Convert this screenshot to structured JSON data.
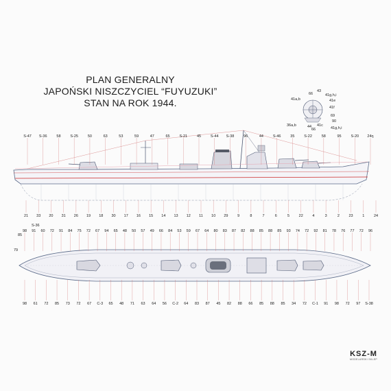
{
  "title": {
    "line1": "PLAN GENERALNY",
    "line2": "JAPOŃSKI NISZCZYCIEL “FUYUZUKI”",
    "line3": "STAN NA ROK 1944."
  },
  "logo": {
    "main": "KSZ-M",
    "sub": "MODELARSKI SKLEP"
  },
  "colors": {
    "hull_line": "#5a6a88",
    "waterline": "#cc2a2a",
    "leader": "#d06a6a",
    "deck": "#e9e9ee"
  },
  "profile_top_labels": [
    "S-47",
    "S-36",
    "58",
    "S-25",
    "50",
    "63",
    "53",
    "59",
    "47",
    "65",
    "S-21",
    "45",
    "S-44",
    "S-38",
    "96",
    "44",
    "S-46",
    "35",
    "S-22",
    "58",
    "95",
    "S-20",
    "24ŋ"
  ],
  "profile_bottom_labels": [
    "21",
    "33",
    "20",
    "31",
    "26",
    "19",
    "18",
    "30",
    "17",
    "16",
    "15",
    "14",
    "13",
    "12",
    "11",
    "10",
    "29",
    "9",
    "8",
    "7",
    "6",
    "5",
    "22",
    "4",
    "3",
    "2",
    "23",
    "1",
    "24"
  ],
  "detail_labels": [
    "43",
    "66",
    "41g,h,i",
    "41a,b",
    "41e",
    "41f",
    "69",
    "90",
    "41g,h,i",
    "41c",
    "36a,b",
    "44",
    "66"
  ],
  "plan_top_labels": [
    "98",
    "91",
    "60",
    "72",
    "91",
    "84",
    "75",
    "72",
    "67",
    "94",
    "65",
    "48",
    "50",
    "57",
    "49",
    "66",
    "84",
    "53",
    "59",
    "67",
    "64",
    "80",
    "83",
    "87",
    "82",
    "88",
    "85",
    "88",
    "85",
    "93",
    "74",
    "72",
    "92",
    "81",
    "78",
    "76",
    "77",
    "72",
    "96"
  ],
  "plan_side_labels_left": [
    "S-36",
    "85",
    "79"
  ],
  "plan_bottom_labels": [
    "98",
    "61",
    "72",
    "85",
    "73",
    "72",
    "67",
    "C-3",
    "65",
    "48",
    "71",
    "63",
    "64",
    "56",
    "C-2",
    "64",
    "83",
    "87",
    "45",
    "82",
    "88",
    "66",
    "85",
    "88",
    "85",
    "34",
    "72",
    "C-1",
    "91",
    "98",
    "72",
    "97",
    "S-38"
  ]
}
